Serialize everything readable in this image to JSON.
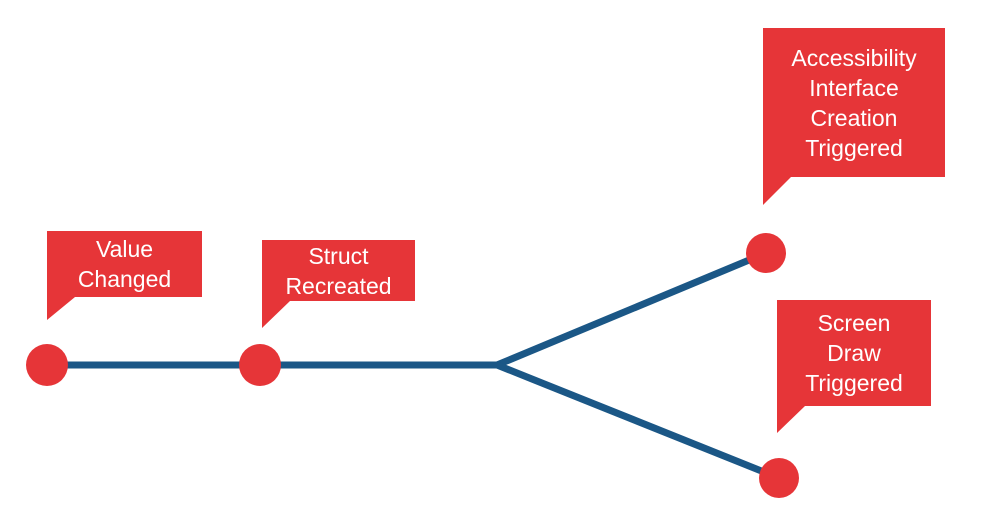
{
  "colors": {
    "red": "#e63538",
    "blue": "#1b5786",
    "text": "#ffffff",
    "background": "#ffffff"
  },
  "bubbles": [
    {
      "id": "value-changed",
      "lines": [
        "Value",
        "Changed"
      ]
    },
    {
      "id": "struct-recreated",
      "lines": [
        "Struct",
        "Recreated"
      ]
    },
    {
      "id": "accessibility",
      "lines": [
        "Accessibility",
        "Interface",
        "Creation",
        "Triggered"
      ]
    },
    {
      "id": "screen-draw",
      "lines": [
        "Screen",
        "Draw",
        "Triggered"
      ]
    }
  ]
}
